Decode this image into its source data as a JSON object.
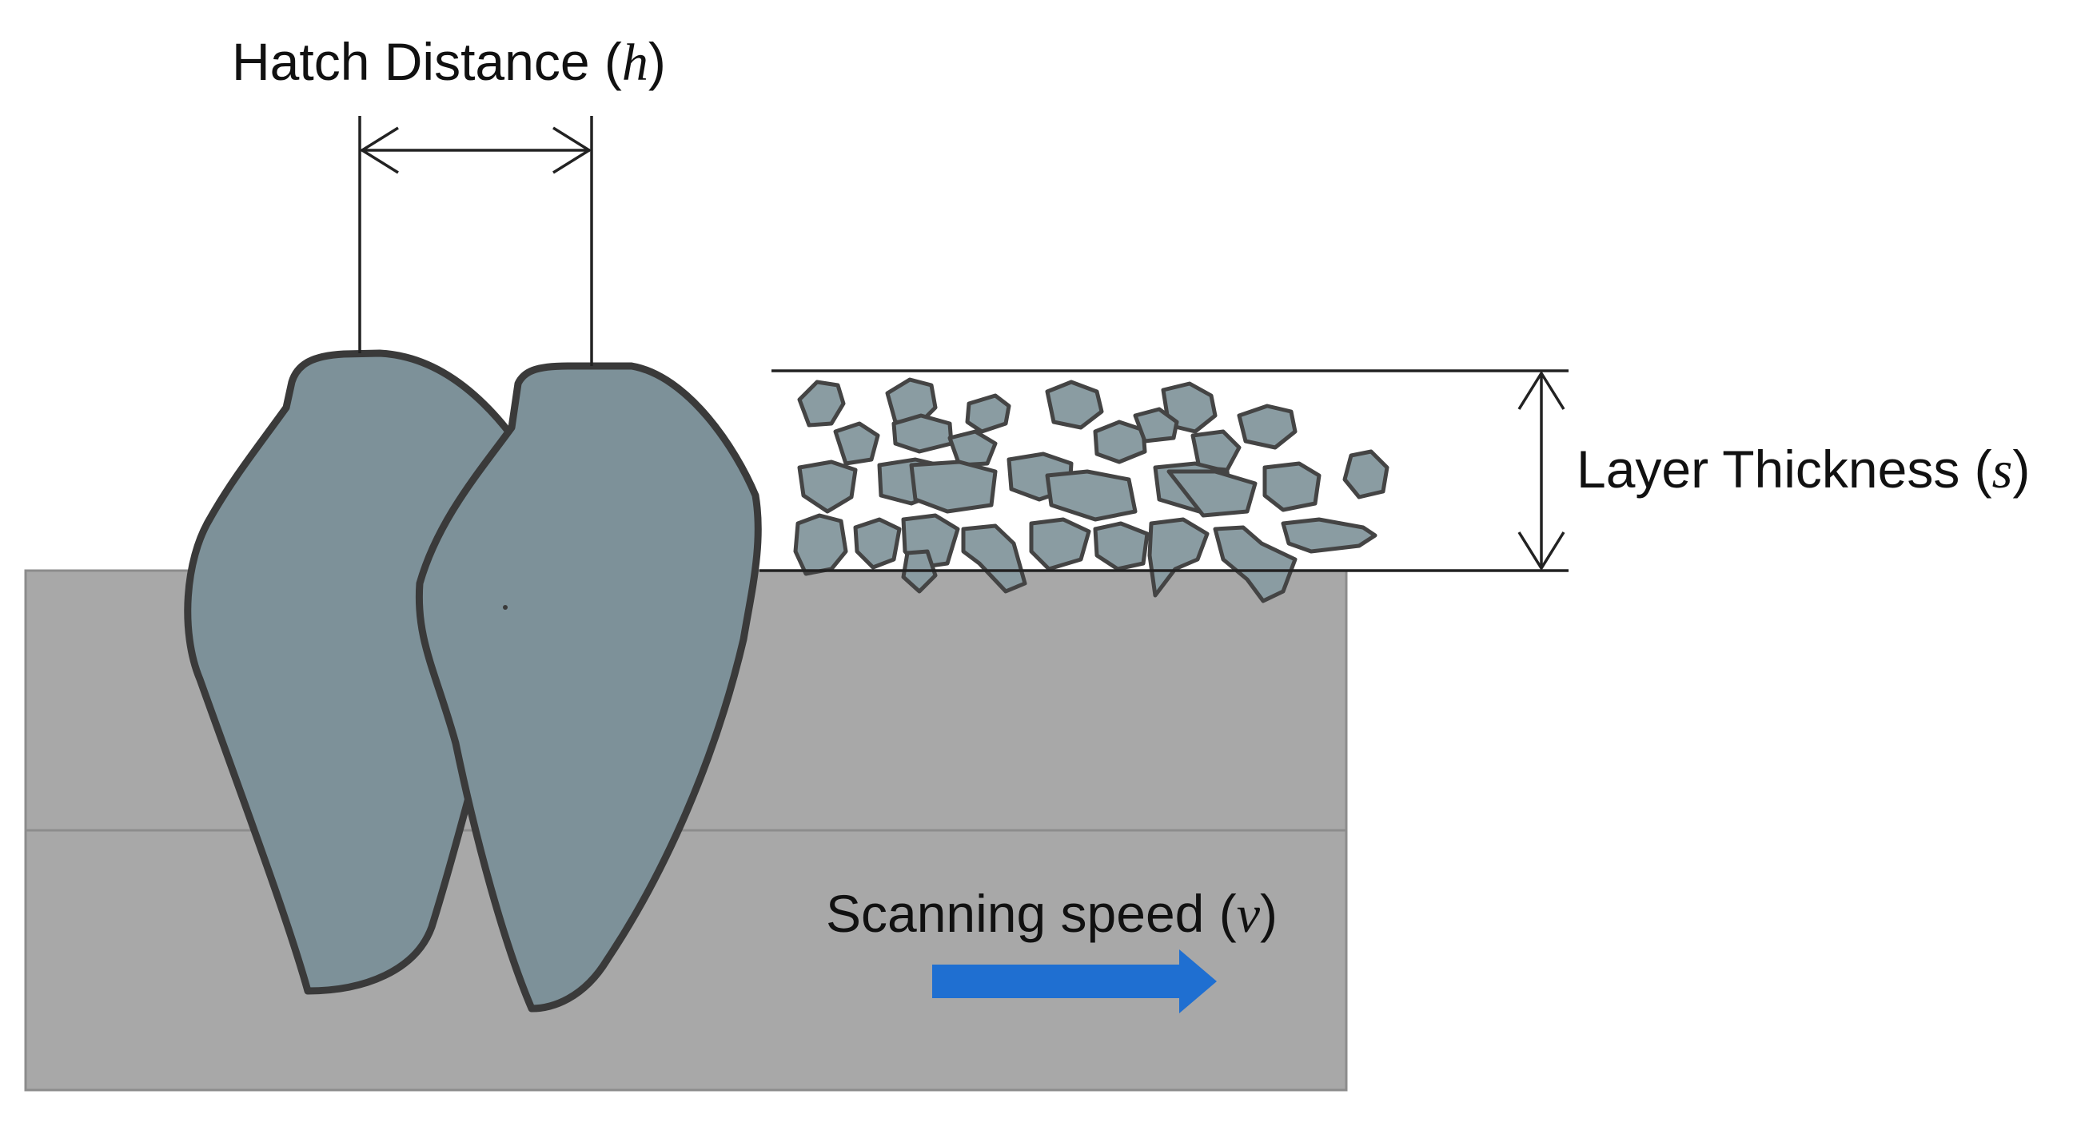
{
  "labels": {
    "hatch_distance": {
      "prefix": "Hatch Distance (",
      "variable": "h",
      "suffix": ")"
    },
    "layer_thickness": {
      "prefix": "Layer Thickness (",
      "variable": "s",
      "suffix": ")"
    },
    "scanning_speed": {
      "prefix": "Scanning speed (",
      "variable": "v",
      "suffix": ")"
    }
  },
  "colors": {
    "background": "#ffffff",
    "substrate": "#a8a8a8",
    "substrate_edge": "#8c8c8c",
    "melt_pool": "#7d9199",
    "melt_pool_outline": "#3a3a3a",
    "powder_particle": "#8a9ca2",
    "dimension_line": "#222222",
    "scan_arrow": "#1f6fd1"
  },
  "icons": {
    "hatch_dimension": "double-headed-horizontal-arrow",
    "layer_dimension": "double-headed-vertical-arrow",
    "scan_direction": "right-arrow-icon"
  }
}
